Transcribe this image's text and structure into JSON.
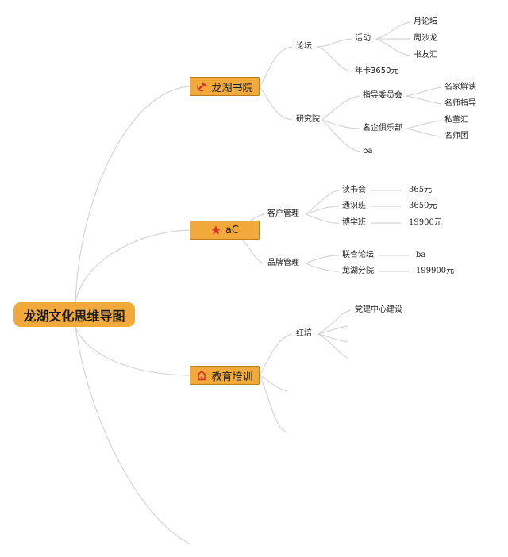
{
  "root": {
    "label": "龙湖文化思维导图"
  },
  "branches": [
    {
      "label": "龙湖书院",
      "icon": "hammer-sickle-icon",
      "children": [
        {
          "label": "论坛",
          "children": [
            {
              "label": "活动",
              "children": [
                "月论坛",
                "周沙龙",
                "书友汇"
              ]
            },
            {
              "label": "年卡3650元"
            }
          ]
        },
        {
          "label": "研究院",
          "children": [
            {
              "label": "指导委员会",
              "children": [
                "名家解读",
                "名师指导"
              ]
            },
            {
              "label": "名企俱乐部",
              "children": [
                "私董汇",
                "名师团"
              ]
            },
            {
              "label": "ba"
            }
          ]
        }
      ]
    },
    {
      "label": "aC",
      "icon": "star-icon",
      "children": [
        {
          "label": "客户管理",
          "items": [
            {
              "name": "读书会",
              "value": "365元"
            },
            {
              "name": "通识班",
              "value": "3650元"
            },
            {
              "name": "博学班",
              "value": "19900元"
            }
          ]
        },
        {
          "label": "品牌管理",
          "items": [
            {
              "name": "联合论坛",
              "value": "ba"
            },
            {
              "name": "龙湖分院",
              "value": "199900元"
            }
          ]
        }
      ]
    },
    {
      "label": "教育培训",
      "icon": "house-icon",
      "children": [
        {
          "label": "红培",
          "children": [
            "党建中心建设"
          ]
        }
      ]
    }
  ],
  "colors": {
    "node_fill": "#f2a93b",
    "node_border": "#b77d1e",
    "connector": "#d6d6d6"
  }
}
